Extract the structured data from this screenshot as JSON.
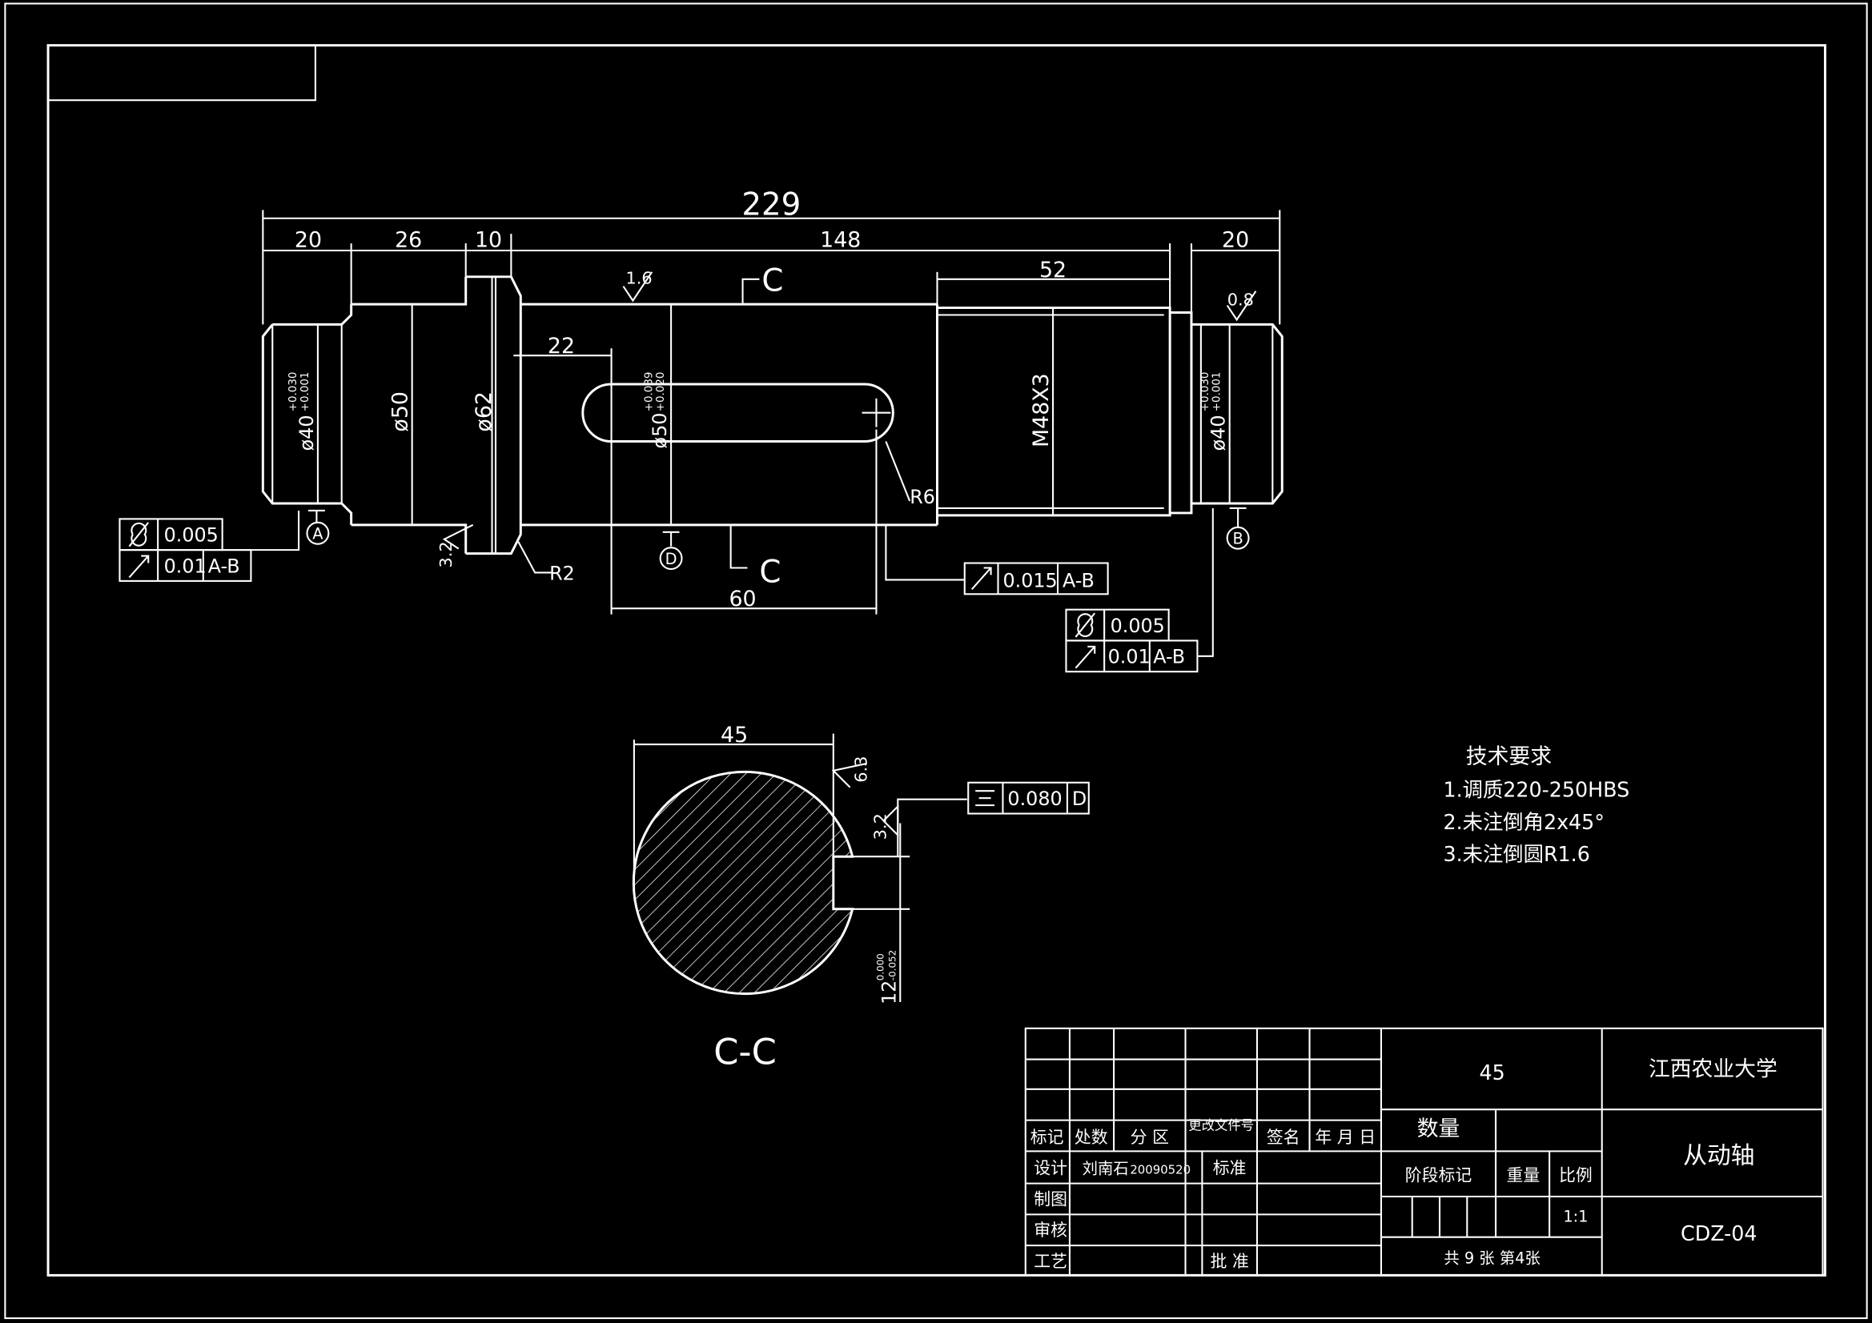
{
  "dimensions": {
    "overall": "229",
    "seg1": "20",
    "seg2": "26",
    "seg3": "10",
    "main": "148",
    "thread_len": "52",
    "end_len": "20",
    "key_offset": "22",
    "key_len": "60",
    "d40_left": "ø40",
    "d40_tol_upper": "+0.030",
    "d40_tol_lower": "+0.001",
    "d50": "ø50",
    "d62": "ø62",
    "d50_key": "ø50",
    "d50_tol_upper": "+0.039",
    "d50_tol_lower": "+0.020",
    "thread": "M48X3",
    "d40_right": "ø40",
    "radius_key": "R6",
    "radius_fillet": "R2",
    "section_width": "45",
    "key_width": "12",
    "key_width_upper": "0.000",
    "key_width_lower": "-0.052"
  },
  "surface_finish": {
    "body": "1.6",
    "end": "0.8",
    "collar": "3.2",
    "section_top": "6.3",
    "section_side": "3.2"
  },
  "section_marks": {
    "cut_top": "C",
    "cut_bottom": "C",
    "section_title": "C-C"
  },
  "datums": {
    "a": "A",
    "b": "B",
    "d": "D"
  },
  "tolerance_frames": {
    "left_row1_value": "0.005",
    "left_row2_value": "0.01",
    "left_row2_ref": "A-B",
    "middle_value": "0.015",
    "middle_ref": "A-B",
    "right_row1_value": "0.005",
    "right_row2_value": "0.01",
    "right_row2_ref": "A-B",
    "section_value": "0.080",
    "section_ref": "D"
  },
  "tech_requirements": {
    "title": "技术要求",
    "items": [
      "1.调质220-250HBS",
      "2.未注倒角2x45°",
      "3.未注倒圆R1.6"
    ]
  },
  "title_block": {
    "material": "45",
    "school": "江西农业大学",
    "part_name": "从动轴",
    "drawing_no": "CDZ-04",
    "quantity_label": "数量",
    "stage_label": "阶段标记",
    "weight_label": "重量",
    "scale_label": "比例",
    "scale_value": "1:1",
    "sheet_info": "共 9 张  第4张",
    "headers": [
      "标记",
      "处数",
      "分 区",
      "更改文件号",
      "签名",
      "年 月 日"
    ],
    "design_label": "设计",
    "designer": "刘南石",
    "design_date": "20090520",
    "standard_label": "标准",
    "draw_label": "制图",
    "check_label": "审核",
    "process_label": "工艺",
    "approve_label": "批 准"
  }
}
